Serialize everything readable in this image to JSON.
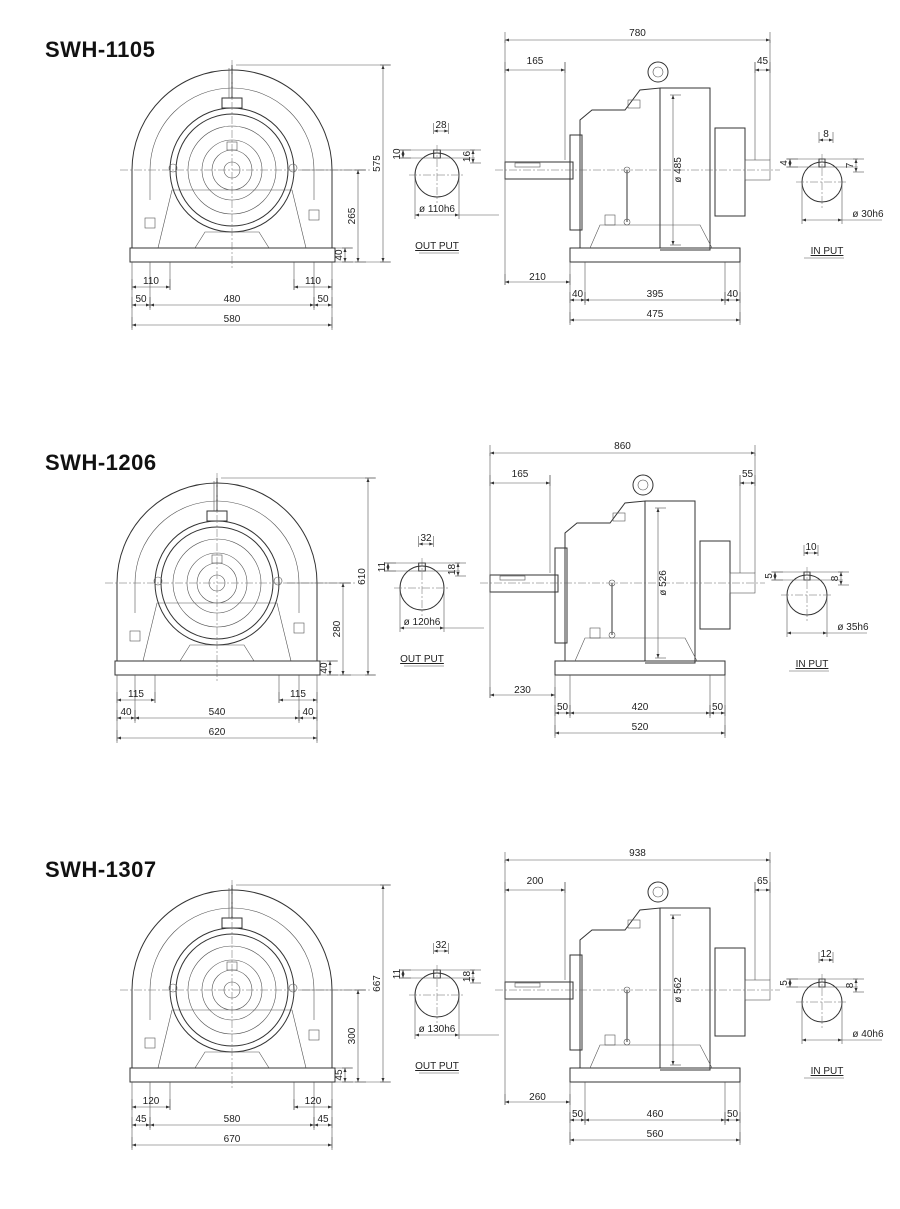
{
  "sections": [
    {
      "title": "SWH-1105",
      "front": {
        "height_total": "575",
        "center_height": "265",
        "base_thick": "40",
        "foot_width_left": "110",
        "foot_width_right": "110",
        "edge_left": "50",
        "bolt_span": "480",
        "edge_right": "50",
        "base_width": "580"
      },
      "output": {
        "key_w": "28",
        "key_depth": "10",
        "key_h": "16",
        "shaft": "ø 110h6",
        "label": "OUT PUT"
      },
      "side": {
        "total": "780",
        "shaft_len": "165",
        "input_len": "45",
        "housing_dia": "ø 485",
        "out_offset": "210",
        "edge_left": "40",
        "bolt_span": "395",
        "edge_right": "40",
        "base_len": "475"
      },
      "input": {
        "key_w": "8",
        "key_depth": "4",
        "key_h": "7",
        "shaft": "ø 30h6",
        "label": "IN PUT"
      }
    },
    {
      "title": "SWH-1206",
      "front": {
        "height_total": "610",
        "center_height": "280",
        "base_thick": "40",
        "foot_width_left": "115",
        "foot_width_right": "115",
        "edge_left": "40",
        "bolt_span": "540",
        "edge_right": "40",
        "base_width": "620"
      },
      "output": {
        "key_w": "32",
        "key_depth": "11",
        "key_h": "18",
        "shaft": "ø 120h6",
        "label": "OUT PUT"
      },
      "side": {
        "total": "860",
        "shaft_len": "165",
        "input_len": "55",
        "housing_dia": "ø 526",
        "out_offset": "230",
        "edge_left": "50",
        "bolt_span": "420",
        "edge_right": "50",
        "base_len": "520"
      },
      "input": {
        "key_w": "10",
        "key_depth": "5",
        "key_h": "8",
        "shaft": "ø 35h6",
        "label": "IN PUT"
      }
    },
    {
      "title": "SWH-1307",
      "front": {
        "height_total": "667",
        "center_height": "300",
        "base_thick": "45",
        "foot_width_left": "120",
        "foot_width_right": "120",
        "edge_left": "45",
        "bolt_span": "580",
        "edge_right": "45",
        "base_width": "670"
      },
      "output": {
        "key_w": "32",
        "key_depth": "11",
        "key_h": "18",
        "shaft": "ø 130h6",
        "label": "OUT PUT"
      },
      "side": {
        "total": "938",
        "shaft_len": "200",
        "input_len": "65",
        "housing_dia": "ø 562",
        "out_offset": "260",
        "edge_left": "50",
        "bolt_span": "460",
        "edge_right": "50",
        "base_len": "560"
      },
      "input": {
        "key_w": "12",
        "key_depth": "5",
        "key_h": "8",
        "shaft": "ø 40h6",
        "label": "IN PUT"
      }
    }
  ]
}
